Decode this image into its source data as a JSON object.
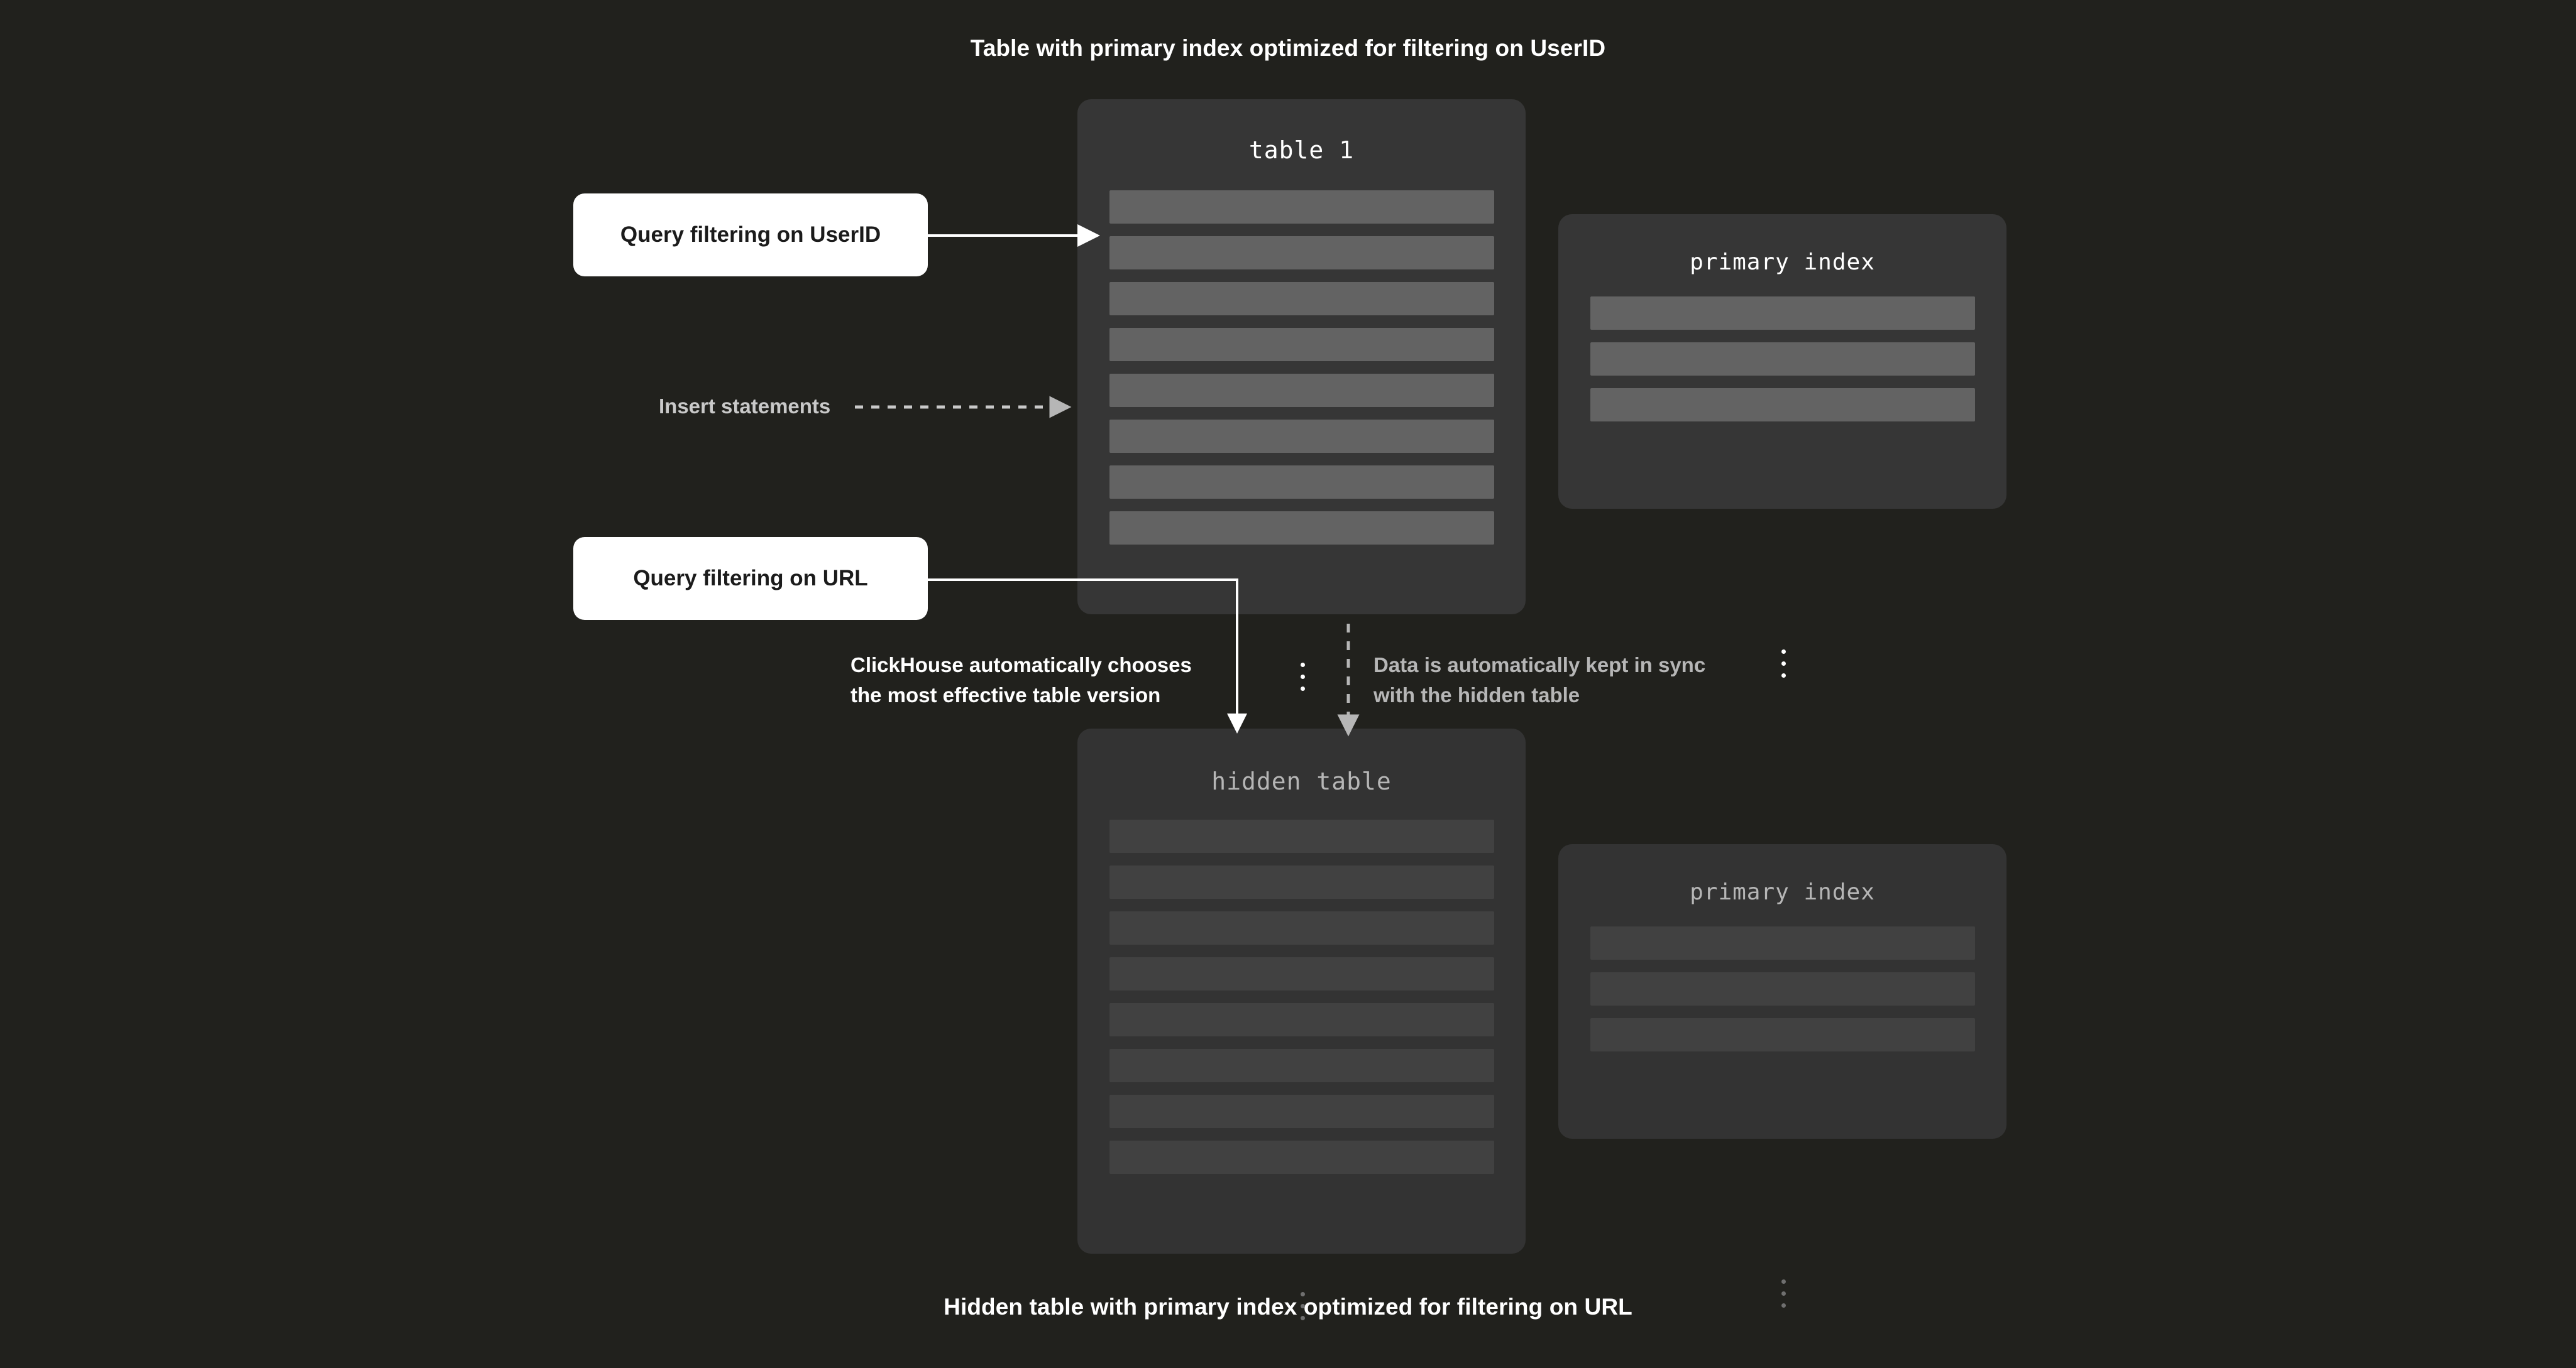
{
  "captions": {
    "top": "Table with primary index optimized for filtering on UserID",
    "bottom": "Hidden table with primary index optimized for filtering on URL"
  },
  "cards": {
    "table1": {
      "title": "table 1",
      "row_count": 8,
      "ellipsis_dots": 3,
      "style": "bright"
    },
    "primary_index_top": {
      "title": "primary index",
      "row_count": 3,
      "ellipsis_dots": 3,
      "style": "bright"
    },
    "hidden_table": {
      "title": "hidden table",
      "row_count": 8,
      "ellipsis_dots": 3,
      "style": "dim"
    },
    "primary_index_bottom": {
      "title": "primary index",
      "row_count": 3,
      "ellipsis_dots": 3,
      "style": "dim"
    }
  },
  "pills": {
    "query_userid": "Query filtering on UserID",
    "query_url": "Query filtering on URL"
  },
  "annotations": {
    "insert_statements": "Insert statements",
    "chooses_version": "ClickHouse automatically chooses\nthe most effective table version",
    "kept_in_sync": "Data is automatically kept in sync\nwith the hidden table"
  },
  "colors": {
    "background": "#21211d",
    "card_bright": "#363636",
    "card_dim": "#333333",
    "row_bright": "#636363",
    "row_dim": "#414141",
    "pill_background": "#ffffff",
    "pill_text": "#1b1b1b",
    "text_primary": "#ffffff",
    "text_muted": "#b6b6b6",
    "connector_solid": "#ffffff",
    "connector_dashed": "#b6b6b6"
  }
}
